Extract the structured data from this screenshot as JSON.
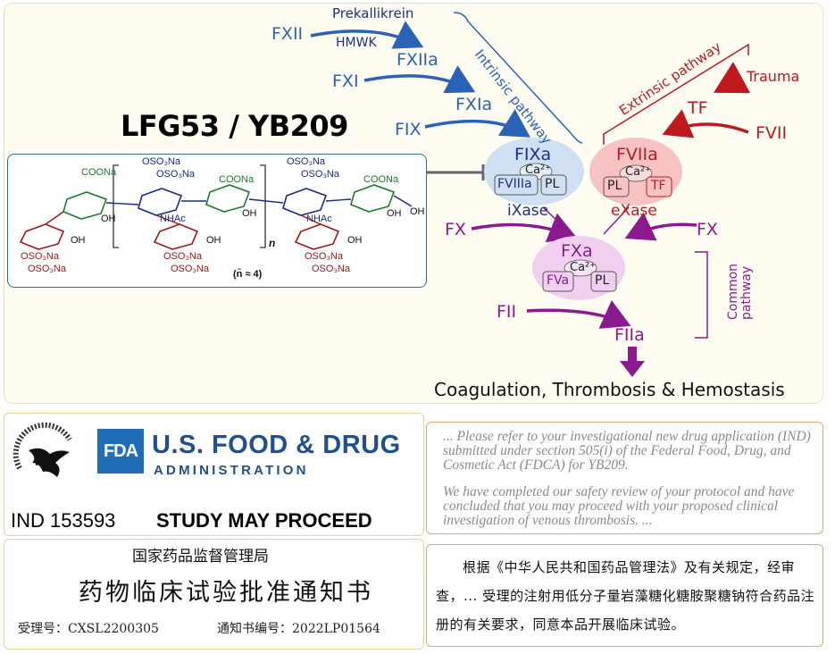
{
  "compound": {
    "title": "LFG53 / YB209",
    "labels": {
      "cooh_na": "COONa",
      "oso3na": "OSO₃Na",
      "oh": "OH",
      "nhac": "NHAc",
      "n": "n",
      "nbar": "(n̄ ≈ 4)"
    }
  },
  "pathway": {
    "intrinsic_label": "Intrinsic pathway",
    "extrinsic_label": "Extrinsic pathway",
    "common_label": "Common pathway",
    "fxii": "FXII",
    "prekallikrein": "Prekallikrein",
    "hmwk": "HMWK",
    "fxiia": "FXIIa",
    "fxi": "FXI",
    "fxia": "FXIa",
    "fix": "FIX",
    "fixa": "FIXa",
    "ca": "Ca²⁺",
    "fviiia": "FVIIIa",
    "pl": "PL",
    "ixase": "iXase",
    "trauma": "Trauma",
    "tf": "TF",
    "fvii": "FVII",
    "fviia": "FVIIa",
    "exase": "eXase",
    "fx_left": "FX",
    "fx_right": "FX",
    "fxa": "FXa",
    "fva": "FVa",
    "fii": "FII",
    "fiia": "FIIa",
    "outcome": "Coagulation, Thrombosis & Hemostasis",
    "colors": {
      "intrinsic": "#2a62b8",
      "extrinsic": "#c0181e",
      "common": "#8b1a8e"
    }
  },
  "fda": {
    "logo_text": "FDA",
    "name": "U.S. FOOD & DRUG",
    "administration": "ADMINISTRATION",
    "ind": "IND 153593",
    "status": "STUDY MAY PROCEED",
    "quote_1": "... Please refer to your investigational new drug application (IND) submitted under section 505(i) of the Federal Food, Drug, and Cosmetic Act (FDCA) for YB209.",
    "quote_2": "We have completed our safety review of your protocol and have concluded that you may proceed with your proposed clinical investigation of venous thrombosis. ..."
  },
  "nmpa": {
    "agency": "国家药品监督管理局",
    "title": "药物临床试验批准通知书",
    "acceptance_no": "受理号：CXSL2200305",
    "notice_no": "通知书编号：2022LP01564",
    "quote": "根据《中华人民共和国药品管理法》及有关规定，经审查，... 受理的注射用低分子量岩藻糖化糖胺聚糖钠符合药品注册的有关要求，同意本品开展临床试验。"
  }
}
